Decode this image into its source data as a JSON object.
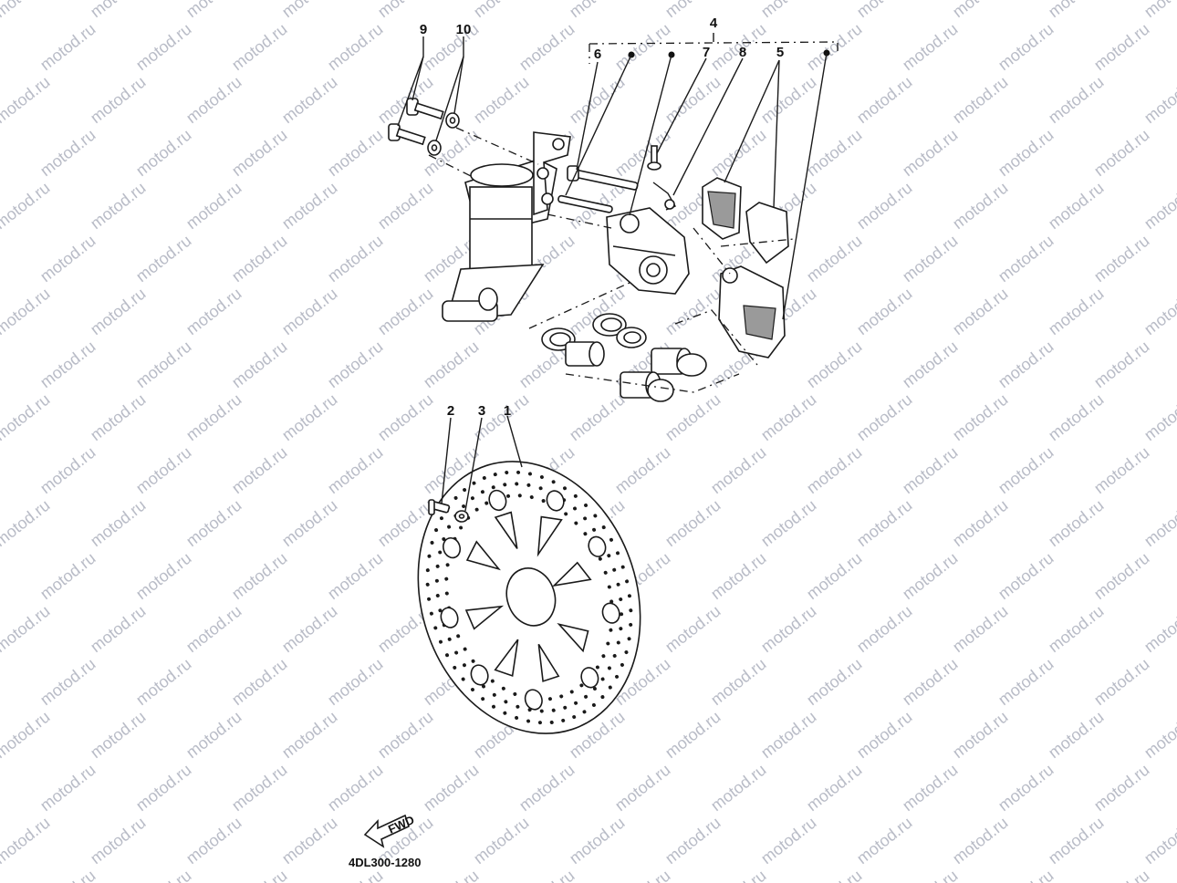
{
  "watermark": "motod.ru",
  "callouts": {
    "c1": "1",
    "c2": "2",
    "c3": "3",
    "c4": "4",
    "c5": "5",
    "c6": "6",
    "c7": "7",
    "c8": "8",
    "c9": "9",
    "c10": "10"
  },
  "direction_label": "FWD",
  "diagram_code": "4DL300-1280"
}
